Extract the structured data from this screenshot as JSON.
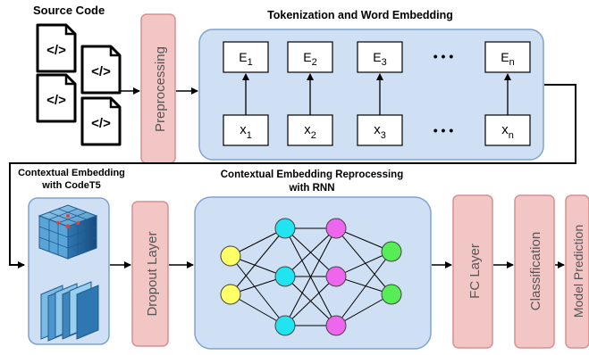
{
  "titles": {
    "source_code": "Source Code",
    "tokenization": "Tokenization and Word Embedding",
    "contextual_embedding_line1": "Contextual Embedding",
    "contextual_embedding_line2": "with CodeT5",
    "reprocessing_line1": "Contextual Embedding Reprocessing",
    "reprocessing_line2": "with RNN"
  },
  "stages": {
    "preprocessing": "Preprocessing",
    "dropout": "Dropout Layer",
    "fc": "FC Layer",
    "classification": "Classification",
    "prediction": "Model Prediction"
  },
  "code_glyph": "</>",
  "embedding_tokens": [
    {
      "base": "E",
      "sub": "1"
    },
    {
      "base": "E",
      "sub": "2"
    },
    {
      "base": "E",
      "sub": "3"
    },
    {
      "base": "E",
      "sub": "n"
    }
  ],
  "input_tokens": [
    {
      "base": "x",
      "sub": "1"
    },
    {
      "base": "x",
      "sub": "2"
    },
    {
      "base": "x",
      "sub": "3"
    },
    {
      "base": "x",
      "sub": "n"
    }
  ],
  "ellipsis": "• • •",
  "colors": {
    "panel_fill": "#cfe0f5",
    "panel_stroke": "#7fa3cf",
    "stage_fill": "#f3c6c6",
    "stage_stroke": "#d88f8f",
    "stage_text": "#555555",
    "node_yellow": "#ffff66",
    "node_cyan": "#22e3f0",
    "node_magenta": "#ee66ee",
    "node_green": "#55ee55"
  }
}
